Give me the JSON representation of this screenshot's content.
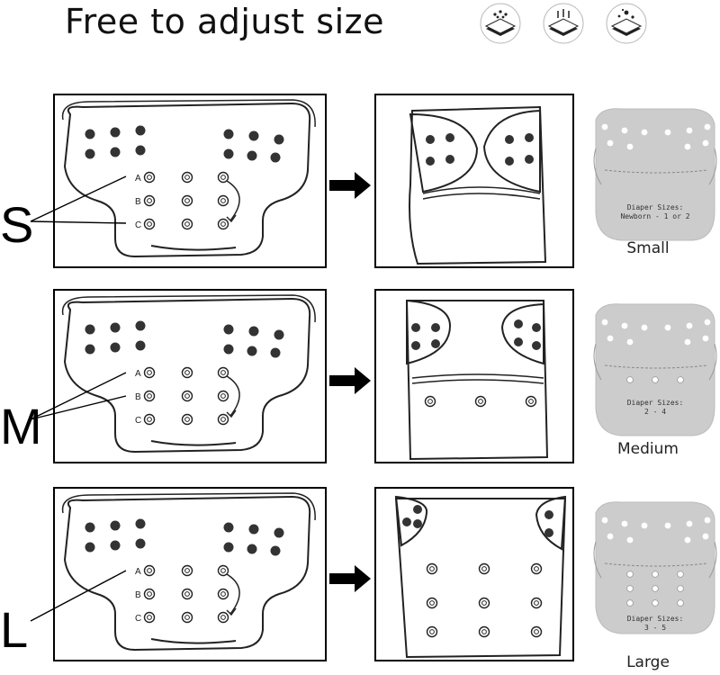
{
  "title": "Free to adjust size",
  "feature_icons": [
    "waterproof-layer-icon",
    "breathable-layer-icon",
    "absorbent-layer-icon"
  ],
  "snap_labels": [
    "A",
    "B",
    "C"
  ],
  "rows": [
    {
      "letter": "S",
      "caption": "Small",
      "sizes_title": "Diaper Sizes:",
      "sizes_value": "Newborn - 1 or 2"
    },
    {
      "letter": "M",
      "caption": "Medium",
      "sizes_title": "Diaper Sizes:",
      "sizes_value": "2 - 4"
    },
    {
      "letter": "L",
      "caption": "Large",
      "sizes_title": "Diaper Sizes:",
      "sizes_value": "3 - 5"
    }
  ],
  "colors": {
    "ink": "#222222",
    "dot": "#333333",
    "preview_fill": "#cccccc"
  }
}
